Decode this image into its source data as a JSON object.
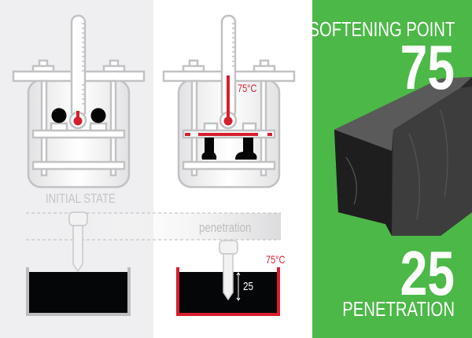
{
  "left_panel": {
    "caption": "INITIAL STATE"
  },
  "middle_panel": {
    "thermometer_temp": "75°C",
    "bath_temp": "75°C",
    "penetration_value": "25"
  },
  "penetration_band": {
    "label": "penetration"
  },
  "right_panel": {
    "softening_label": "SOFTENING POINT",
    "softening_value": "75",
    "penetration_value": "25",
    "penetration_label": "PENETRATION"
  },
  "colors": {
    "green": "#4cb848",
    "red": "#d71f2e",
    "gray": "#bdbdbf"
  }
}
